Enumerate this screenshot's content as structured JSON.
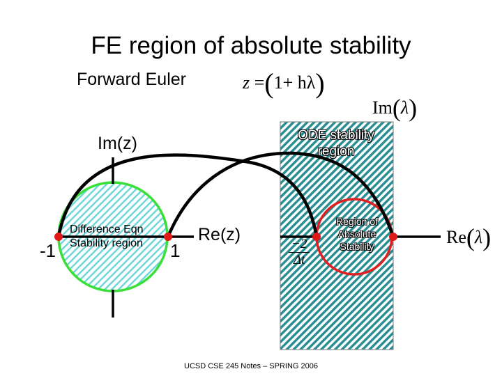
{
  "title": "FE region of absolute stability",
  "method": "Forward Euler",
  "formula": {
    "lhs": "z",
    "eq": "=",
    "lparen": "(",
    "body": "1+ hλ",
    "rparen": ")"
  },
  "axes": {
    "im_z": "Im(z)",
    "re_z": "Re(z)",
    "neg_one": "-1",
    "pos_one": "1",
    "im_lambda_fn": "Im",
    "re_lambda_fn": "Re",
    "lambda_lp": "(",
    "lambda_var": "λ",
    "lambda_rp": ")"
  },
  "regions": {
    "ode": "ODE stability region",
    "difference": "Difference Eqn Stability region",
    "absolute": "Region of Absolute Stability"
  },
  "step": {
    "numerator": "−2",
    "denominator": "Δt"
  },
  "footer": "UCSD CSE 245 Notes – SPRING 2006",
  "colors": {
    "hatch": "#2a8f94",
    "circle_fill": "#bfeff2",
    "circle_edge": "#38e038",
    "red_edge": "#e02020",
    "point": "#e01818",
    "line": "#000000"
  }
}
